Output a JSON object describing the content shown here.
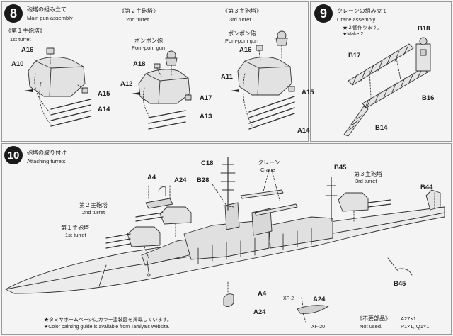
{
  "step8": {
    "number": "8",
    "title_jp": "砲塔の組み立て",
    "title_en": "Main gun assembly",
    "turret1": {
      "title_jp": "《第１主砲塔》",
      "title_en": "1st turret",
      "parts": [
        "A16",
        "A10",
        "A15",
        "A14"
      ]
    },
    "turret2": {
      "title_jp": "《第２主砲塔》",
      "title_en": "2nd turret",
      "pompom_jp": "ポンポン砲",
      "pompom_en": "Pom-pom gun",
      "parts": [
        "A18",
        "A12",
        "A17",
        "A13"
      ]
    },
    "turret3": {
      "title_jp": "《第３主砲塔》",
      "title_en": "3rd turret",
      "pompom_jp": "ポンポン砲",
      "pompom_en": "Pom-pom gun",
      "parts": [
        "A16",
        "A11",
        "A15",
        "A14"
      ]
    }
  },
  "step9": {
    "number": "9",
    "title_jp": "クレーンの組み立て",
    "title_en": "Crane assembly",
    "note_jp": "★２個作ります。",
    "note_en": "★Make 2.",
    "parts": [
      "B18",
      "B17",
      "B16",
      "B14"
    ]
  },
  "step10": {
    "number": "10",
    "title_jp": "砲塔の取り付け",
    "title_en": "Attaching turrets",
    "labels": {
      "a4_top": "A4",
      "a24_top": "A24",
      "b28": "B28",
      "c18": "C18",
      "crane_jp": "クレーン",
      "crane_en": "Crane",
      "b45_top": "B45",
      "b44": "B44",
      "b45_bottom": "B45",
      "a4_bottom": "A4",
      "a24_bottom": "A24",
      "xf2": "XF-2",
      "xf20": "XF-20",
      "a24_small": "A24",
      "t2_jp": "第２主砲塔",
      "t2_en": "2nd turret",
      "t1_jp": "第１主砲塔",
      "t1_en": "1st turret",
      "t3_jp": "第３主砲塔",
      "t3_en": "3rd turret"
    },
    "footnote_jp": "★タミヤホームページにカラー塗装図を掲載しています。",
    "footnote_en": "★Color painting guide is available from Tamiya's website.",
    "unused_jp": "《不要部品》",
    "unused_en": "Not used.",
    "unused_parts1": "A27×1",
    "unused_parts2": "P1×1, Q1×1"
  }
}
